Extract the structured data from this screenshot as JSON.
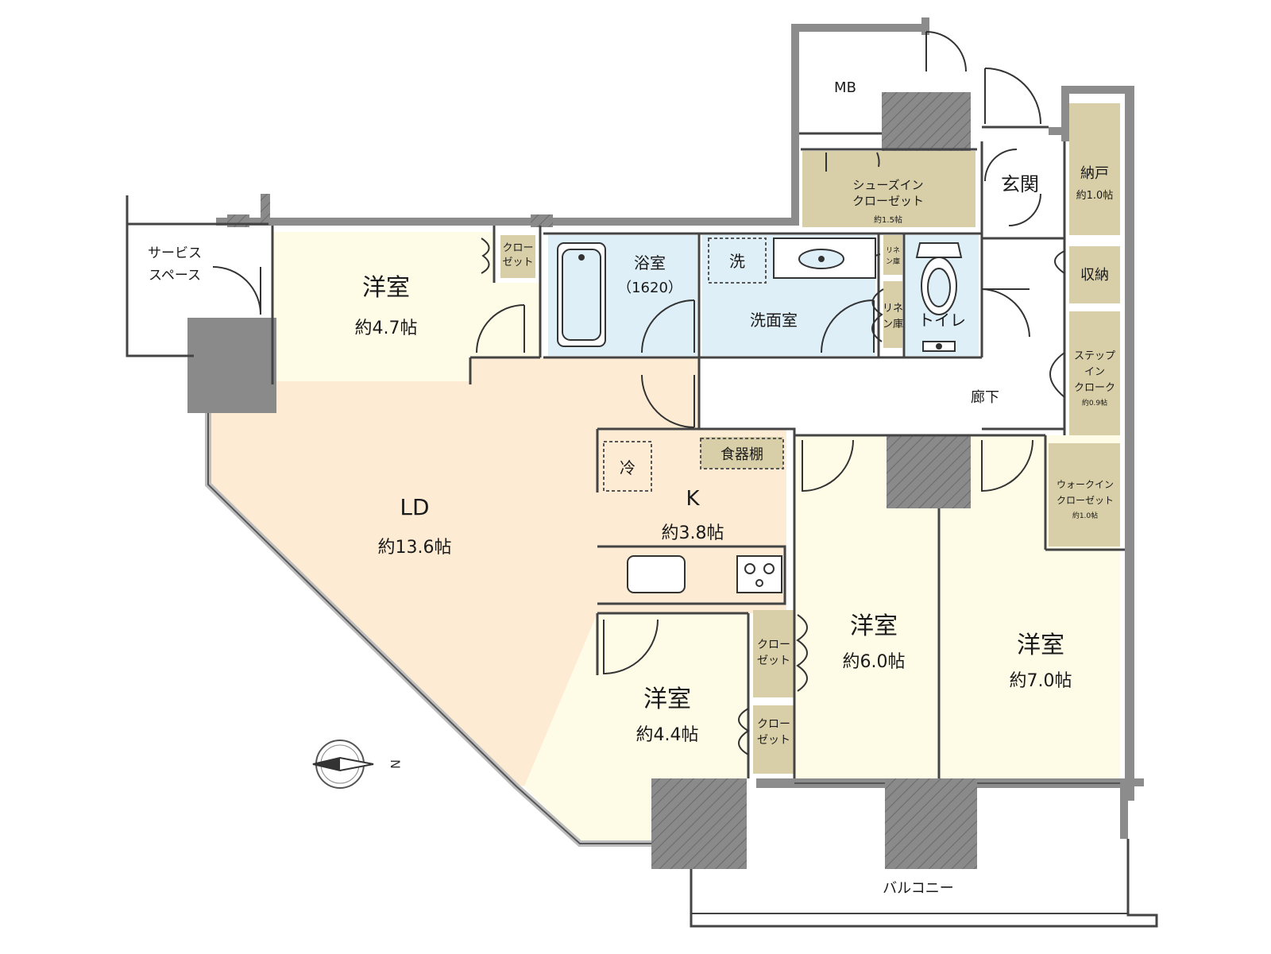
{
  "colors": {
    "wall": "#8c8c8c",
    "wall_dark": "#7a7a7a",
    "pillar": "#8a8a8a",
    "ld": "#fdebd3",
    "western": "#fefbe6",
    "wet": "#deeff8",
    "storage": "#d8cfa9",
    "line": "#333333"
  },
  "rooms": {
    "western_a": {
      "name": "洋室",
      "size": "約4.7帖"
    },
    "ld": {
      "name": "LD",
      "size": "約13.6帖"
    },
    "kitchen": {
      "name": "K",
      "size": "約3.8帖"
    },
    "western_b": {
      "name": "洋室",
      "size": "約4.4帖"
    },
    "western_c": {
      "name": "洋室",
      "size": "約6.0帖"
    },
    "western_d": {
      "name": "洋室",
      "size": "約7.0帖"
    },
    "bath": {
      "name": "浴室",
      "sub": "（1620）"
    },
    "washroom": {
      "name": "洗面室"
    },
    "toilet": {
      "name": "トイレ"
    },
    "entrance": {
      "name": "玄関"
    },
    "corridor": {
      "name": "廊下"
    },
    "mb": {
      "name": "MB"
    },
    "balcony": {
      "name": "バルコニー"
    },
    "service": {
      "line1": "サービス",
      "line2": "スペース"
    }
  },
  "storage": {
    "shoes_line1": "シューズイン",
    "shoes_line2": "クローゼット",
    "shoes_size": "約1.5帖",
    "nando": "納戸",
    "nando_size": "約1.0帖",
    "shuno": "収納",
    "step_line1": "ステップ",
    "step_line2": "イン",
    "step_line3": "クローク",
    "step_size": "約0.9帖",
    "walkin_line1": "ウォークイン",
    "walkin_line2": "クローゼット",
    "walkin_size": "約1.0帖",
    "closet_line1": "クロー",
    "closet_line2": "ゼット",
    "linen_small_1": "リネ",
    "linen_small_2": "ン庫",
    "linen_1": "リネ",
    "linen_2": "ン庫",
    "dish": "食器棚",
    "fridge": "冷",
    "washer": "洗"
  },
  "compass": {
    "label": "N"
  }
}
